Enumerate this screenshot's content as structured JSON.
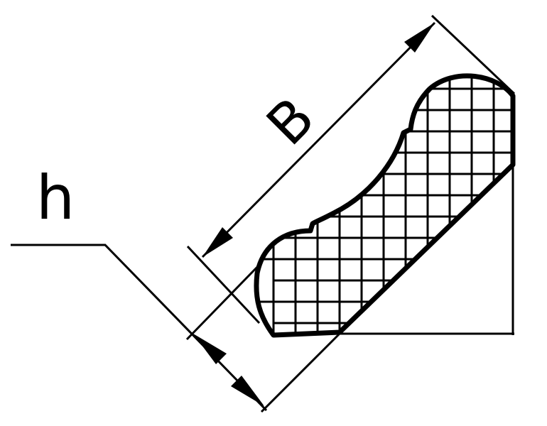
{
  "diagram": {
    "labels": {
      "width": "B",
      "height": "h"
    },
    "colors": {
      "line": "#000000",
      "background": "#ffffff"
    },
    "hatch": "cross-hatch"
  }
}
